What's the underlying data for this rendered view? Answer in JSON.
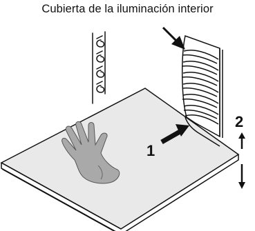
{
  "caption": "Cubierta de la iluminación interior",
  "steps": {
    "one": "1",
    "two": "2"
  },
  "colors": {
    "shelf_fill": "#e9e9e9",
    "hand_fill": "#a9a9a9",
    "line": "#111111"
  }
}
